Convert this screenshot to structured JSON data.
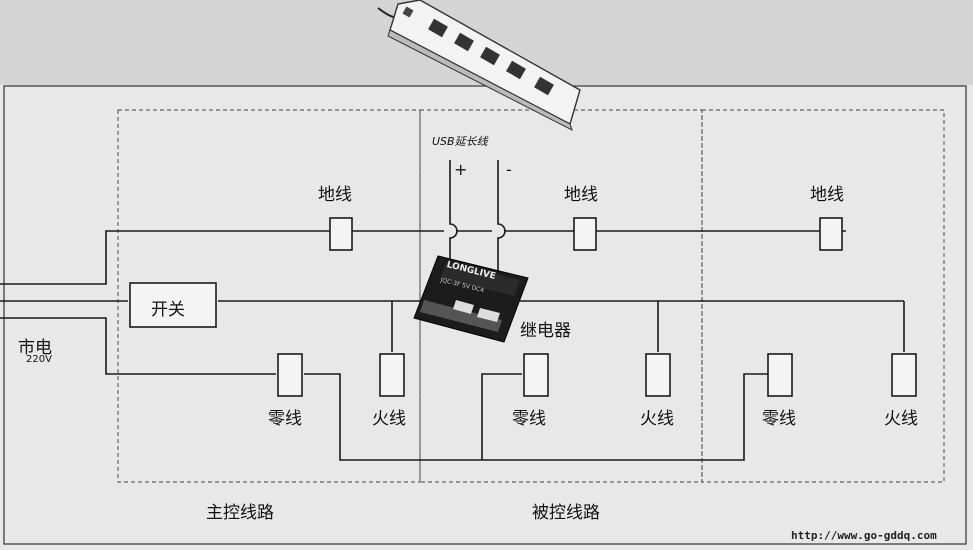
{
  "labels": {
    "ground_1": "地线",
    "ground_2": "地线",
    "ground_3": "地线",
    "usb_cable": "USB延长线",
    "usb_plus": "+",
    "usb_minus": "-",
    "switch": "开关",
    "mains": "市电",
    "mains_voltage": "220V",
    "relay": "继电器",
    "relay_brand": "LONGLIVE",
    "relay_model": "JQC-3F 5V DC4",
    "neutral_1": "零线",
    "live_1": "火线",
    "neutral_2": "零线",
    "live_2": "火线",
    "neutral_3": "零线",
    "live_3": "火线",
    "main_circuit": "主控线路",
    "controlled_circuit": "被控线路",
    "watermark_url": "http://www.go-gddq.com"
  },
  "colors": {
    "paper": "#e6e6e6",
    "line": "#1a1a1a",
    "dashed_box": "#666666",
    "strip_body": "#f2f2f2",
    "relay_body": "#1c1c1c"
  }
}
